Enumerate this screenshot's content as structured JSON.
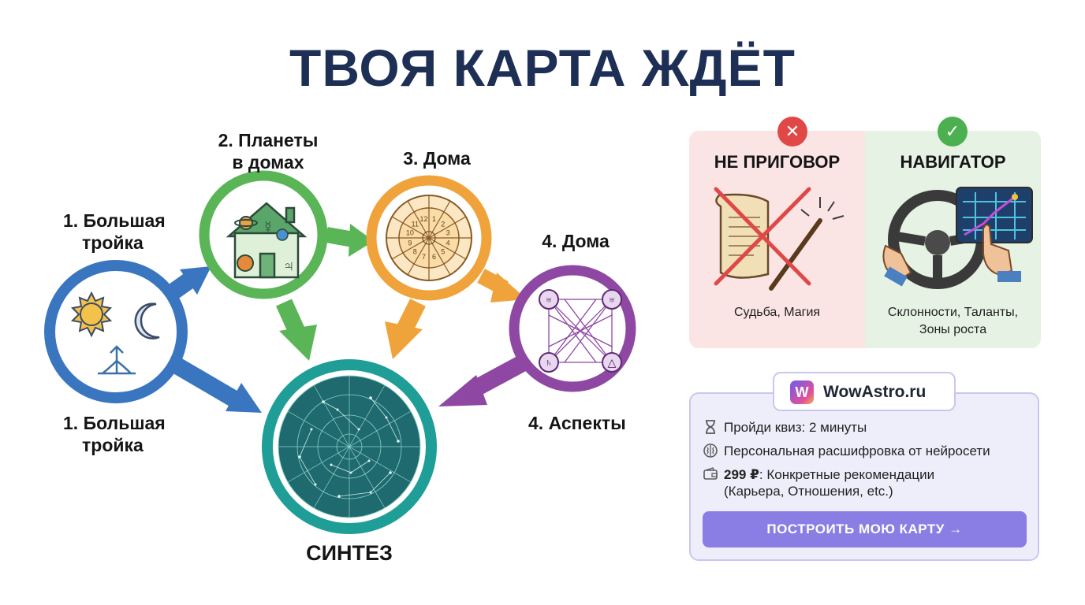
{
  "title": "ТВОЯ КАРТА ЖДЁТ",
  "colors": {
    "blue": "#3a76c0",
    "green": "#5ab556",
    "orange": "#f0a33a",
    "purple": "#8e48a3",
    "teal": "#1f9e98",
    "navy": "#1e2f55",
    "cta": "#8a7de3"
  },
  "diagram": {
    "nodes": [
      {
        "id": "big-three",
        "label_top": "1. Большая тройка",
        "label_bottom": "1. Большая тройка",
        "icons": [
          "sun-icon",
          "moon-icon",
          "ascendant-icon"
        ]
      },
      {
        "id": "planets-in-houses",
        "label": "2. Планеты в домах",
        "icons": [
          "house-icon",
          "planet-icon",
          "mercury-icon",
          "jupiter-icon"
        ]
      },
      {
        "id": "houses",
        "label": "3. Дома",
        "icons": [
          "zodiac-wheel-icon"
        ]
      },
      {
        "id": "houses-aspects",
        "label_top": "4. Дома",
        "label_bottom": "4. Аспекты",
        "icons": [
          "aspect-grid-icon"
        ]
      },
      {
        "id": "synthesis",
        "label": "СИНТЕЗ",
        "icons": [
          "constellation-map-icon"
        ]
      }
    ],
    "labels": {
      "n1_top_l1": "1. Большая",
      "n1_top_l2": "тройка",
      "n1_bot_l1": "1. Большая",
      "n1_bot_l2": "тройка",
      "n2_l1": "2. Планеты",
      "n2_l2": "в домах",
      "n3": "3. Дома",
      "n4_top": "4. Дома",
      "n4_bot": "4. Аспекты",
      "synth": "СИНТЕЗ"
    },
    "zodiac_numbers": [
      "1",
      "2",
      "3",
      "4",
      "5",
      "6",
      "7",
      "8",
      "9",
      "10",
      "11",
      "12"
    ],
    "aspect_symbols": [
      "♅",
      "♅",
      "♄",
      "△"
    ]
  },
  "compare": {
    "bad": {
      "title": "НЕ ПРИГОВОР",
      "subtitle": "Судьба, Магия",
      "badge": "✕",
      "icon": "crossed-scroll-wand-icon",
      "color": "#e04848"
    },
    "good": {
      "title": "НАВИГАТОР",
      "subtitle_l1": "Склонности, Таланты,",
      "subtitle_l2": "Зоны роста",
      "badge": "✓",
      "icon": "steering-wheel-map-icon",
      "color": "#4caf50"
    }
  },
  "promo": {
    "brand": "WowAstro.ru",
    "brand_logo": "W",
    "features": [
      {
        "icon": "hourglass-icon",
        "text": "Пройди квиз: 2 минуты"
      },
      {
        "icon": "brain-icon",
        "text": "Персональная расшифровка от нейросети"
      },
      {
        "icon": "wallet-icon",
        "price": "299 ₽",
        "text": ": Конкретные рекомендации",
        "text2": "(Карьера, Отношения, etc.)"
      }
    ],
    "cta": "ПОСТРОИТЬ МОЮ КАРТУ →"
  }
}
